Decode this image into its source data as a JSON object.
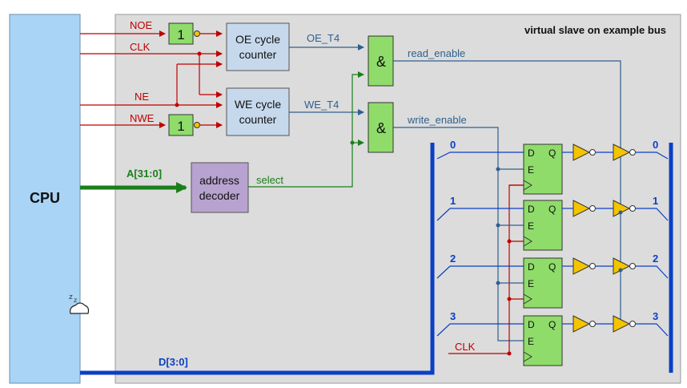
{
  "title": "virtual slave on example bus",
  "cpu": {
    "label": "CPU",
    "cursor_icon": "sleeping-cursor-icon"
  },
  "signals": {
    "noe": "NOE",
    "clk": "CLK",
    "ne": "NE",
    "nwe": "NWE",
    "address_bus": "A[31:0]",
    "data_bus": "D[3:0]",
    "oe_t4": "OE_T4",
    "we_t4": "WE_T4",
    "read_enable": "read_enable",
    "write_enable": "write_enable",
    "select": "select",
    "clk_bottom": "CLK"
  },
  "blocks": {
    "inv_noe": "1",
    "inv_nwe": "1",
    "oe_counter_line1": "OE cycle",
    "oe_counter_line2": "counter",
    "we_counter_line1": "WE cycle",
    "we_counter_line2": "counter",
    "and_read": "&",
    "and_write": "&",
    "decoder_line1": "address",
    "decoder_line2": "decoder"
  },
  "flipflop": {
    "d": "D",
    "q": "Q",
    "e": "E"
  },
  "bits": [
    "0",
    "1",
    "2",
    "3"
  ],
  "colors": {
    "cpu_fill": "#a9d4f5",
    "slave_fill": "#dcdcdc",
    "counter_fill": "#c6d9ec",
    "gate_fill": "#8fdc6a",
    "decoder_fill": "#b8a2cf",
    "buffer_fill": "#f5c400",
    "red_wire": "#c00000",
    "blue_wire": "#2f5f8f",
    "green_wire": "#1a7f1a",
    "bus_blue": "#0b3fc4"
  }
}
